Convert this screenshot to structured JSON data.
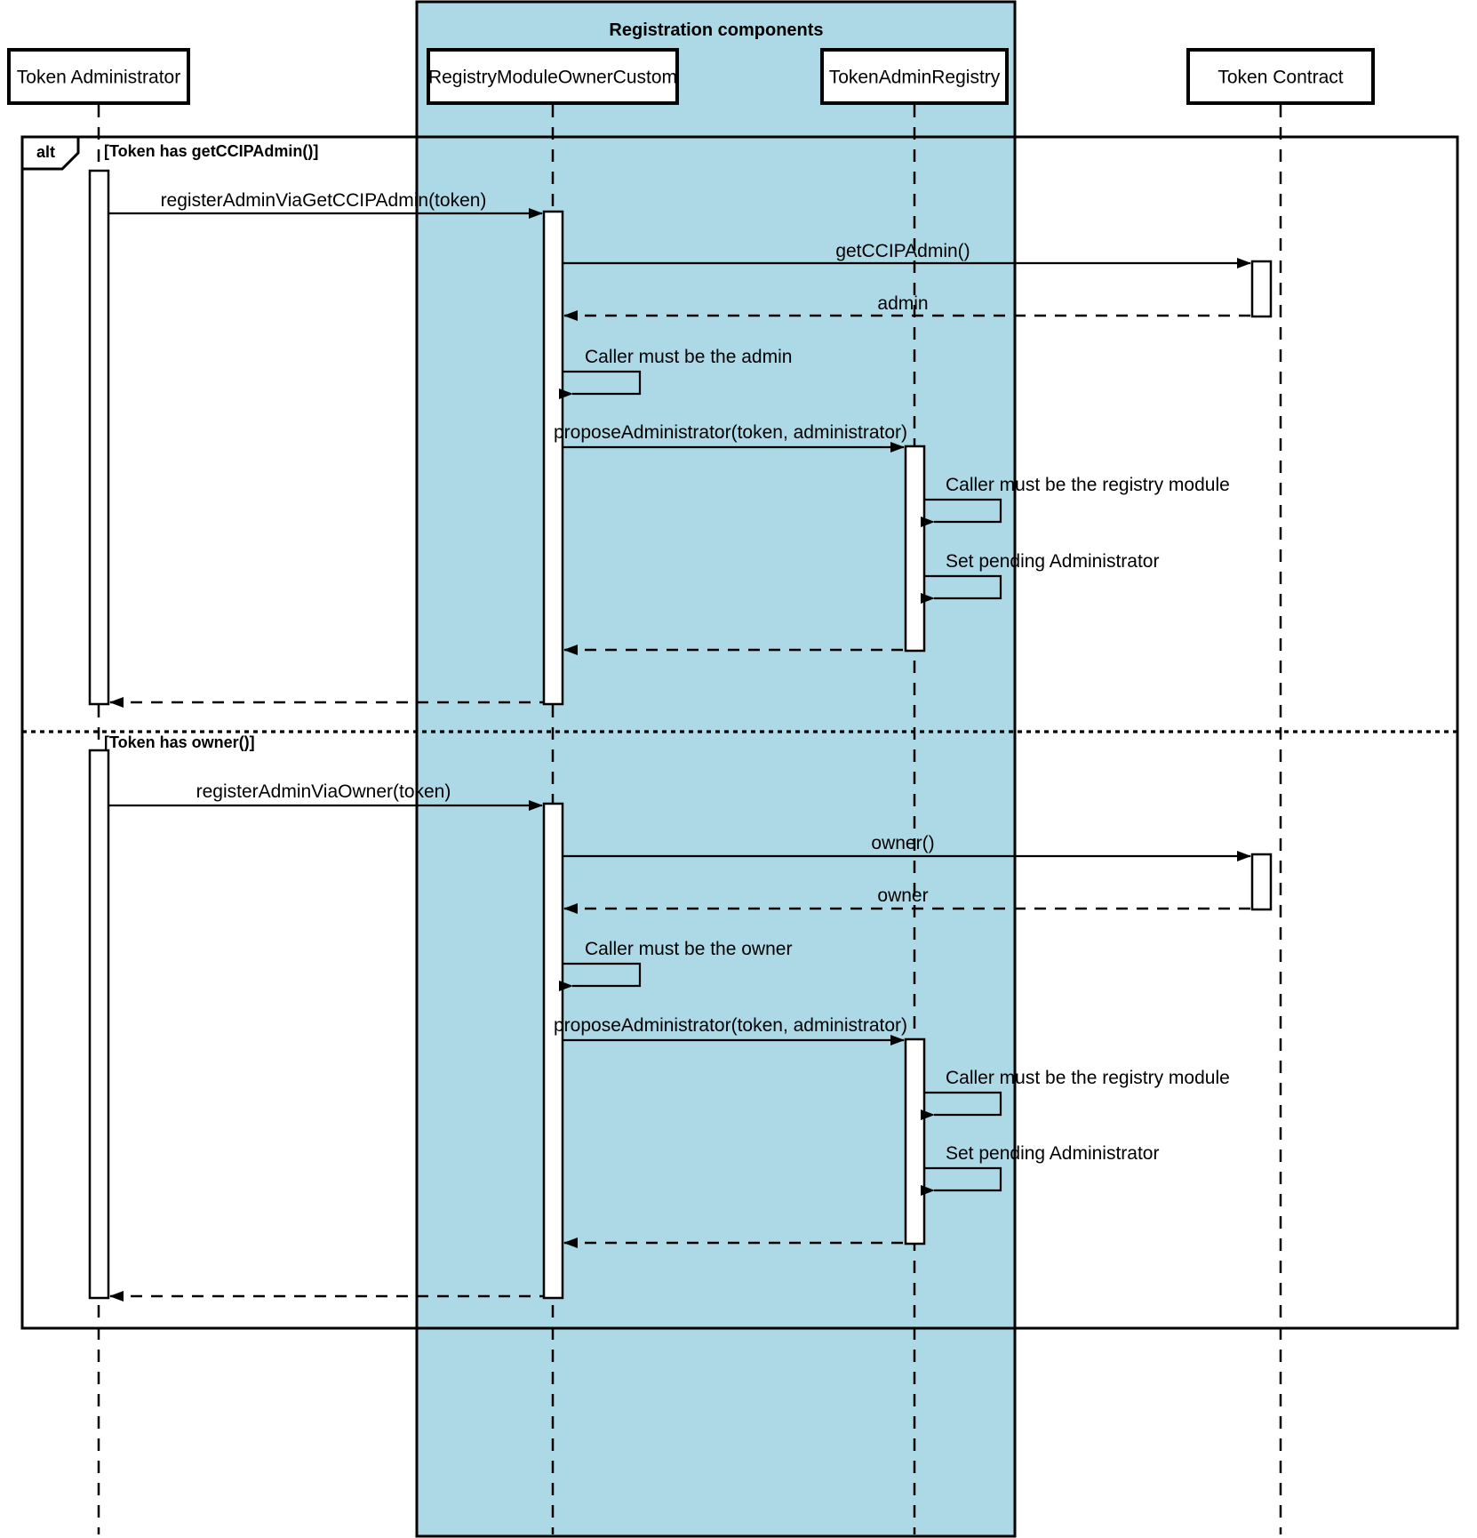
{
  "diagram": {
    "type": "uml-sequence-diagram",
    "title": "",
    "colors": {
      "group_fill": "#add8e6",
      "line": "#000000",
      "box_fill": "#ffffff"
    },
    "group": {
      "label": "Registration components",
      "members": [
        "RegistryModuleOwnerCustom",
        "TokenAdminRegistry"
      ]
    },
    "participants": [
      {
        "id": "admin",
        "label": "Token Administrator"
      },
      {
        "id": "registry_module",
        "label": "RegistryModuleOwnerCustom"
      },
      {
        "id": "token_admin_registry",
        "label": "TokenAdminRegistry"
      },
      {
        "id": "token_contract",
        "label": "Token Contract"
      }
    ],
    "fragment": {
      "operator": "alt",
      "operands": [
        {
          "guard": "[Token has getCCIPAdmin()]"
        },
        {
          "guard": "[Token has owner()]"
        }
      ]
    },
    "messages": [
      {
        "id": "m1",
        "from": "admin",
        "to": "registry_module",
        "label": "registerAdminViaGetCCIPAdmin(token)",
        "kind": "sync"
      },
      {
        "id": "m2",
        "from": "registry_module",
        "to": "token_contract",
        "label": "getCCIPAdmin()",
        "kind": "sync"
      },
      {
        "id": "m3",
        "from": "token_contract",
        "to": "registry_module",
        "label": "admin",
        "kind": "return"
      },
      {
        "id": "m4",
        "from": "registry_module",
        "to": "registry_module",
        "label": "Caller must be the admin",
        "kind": "self"
      },
      {
        "id": "m5",
        "from": "registry_module",
        "to": "token_admin_registry",
        "label": "proposeAdministrator(token, administrator)",
        "kind": "sync"
      },
      {
        "id": "m6",
        "from": "token_admin_registry",
        "to": "token_admin_registry",
        "label": "Caller must be the registry module",
        "kind": "self"
      },
      {
        "id": "m7",
        "from": "token_admin_registry",
        "to": "token_admin_registry",
        "label": "Set pending Administrator",
        "kind": "self"
      },
      {
        "id": "m8",
        "from": "token_admin_registry",
        "to": "registry_module",
        "label": "",
        "kind": "return"
      },
      {
        "id": "m9",
        "from": "registry_module",
        "to": "admin",
        "label": "",
        "kind": "return"
      },
      {
        "id": "m10",
        "from": "admin",
        "to": "registry_module",
        "label": "registerAdminViaOwner(token)",
        "kind": "sync"
      },
      {
        "id": "m11",
        "from": "registry_module",
        "to": "token_contract",
        "label": "owner()",
        "kind": "sync"
      },
      {
        "id": "m12",
        "from": "token_contract",
        "to": "registry_module",
        "label": "owner",
        "kind": "return"
      },
      {
        "id": "m13",
        "from": "registry_module",
        "to": "registry_module",
        "label": "Caller must be the owner",
        "kind": "self"
      },
      {
        "id": "m14",
        "from": "registry_module",
        "to": "token_admin_registry",
        "label": "proposeAdministrator(token, administrator)",
        "kind": "sync"
      },
      {
        "id": "m15",
        "from": "token_admin_registry",
        "to": "token_admin_registry",
        "label": "Caller must be the registry module",
        "kind": "self"
      },
      {
        "id": "m16",
        "from": "token_admin_registry",
        "to": "token_admin_registry",
        "label": "Set pending Administrator",
        "kind": "self"
      },
      {
        "id": "m17",
        "from": "token_admin_registry",
        "to": "registry_module",
        "label": "",
        "kind": "return"
      },
      {
        "id": "m18",
        "from": "registry_module",
        "to": "admin",
        "label": "",
        "kind": "return"
      }
    ]
  }
}
